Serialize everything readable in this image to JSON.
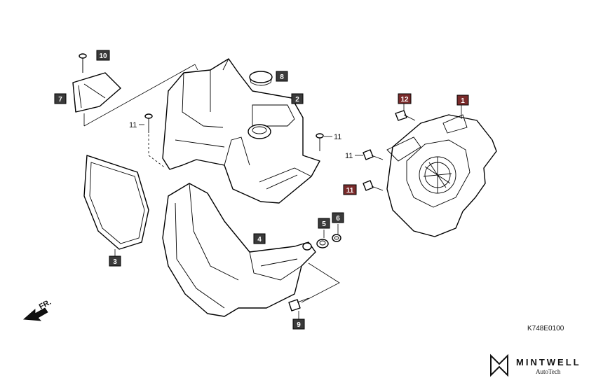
{
  "callouts": {
    "p1": "1",
    "p2": "2",
    "p3": "3",
    "p4": "4",
    "p5": "5",
    "p6": "6",
    "p7": "7",
    "p8": "8",
    "p9": "9",
    "p10": "10",
    "p11_boxed": "11",
    "p12": "12"
  },
  "plain_labels": {
    "l11_a": "11",
    "l11_b": "11",
    "l11_c": "11"
  },
  "direction": {
    "label": "FR."
  },
  "diagram_ref": "K748E0100",
  "brand": {
    "name": "MINTWELL",
    "sub": "AutoTech"
  },
  "colors": {
    "callout_dark": "#3a3a3a",
    "callout_red": "#7a2b2b",
    "line": "#000000"
  }
}
